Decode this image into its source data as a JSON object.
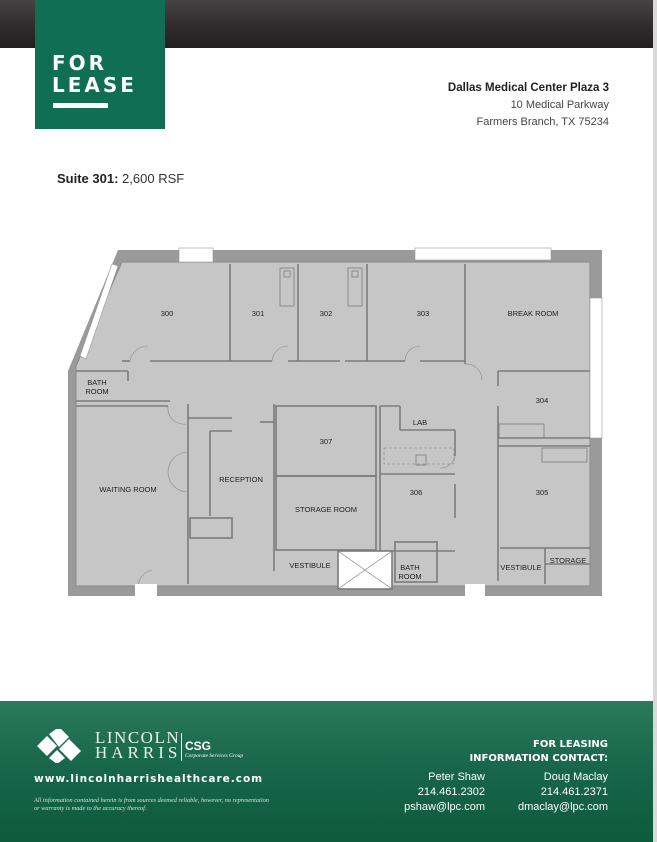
{
  "header": {
    "badge_line1": "FOR",
    "badge_line2": "LEASE",
    "brand_color": "#0f6e53"
  },
  "property": {
    "name": "Dallas Medical Center Plaza 3",
    "street": "10 Medical Parkway",
    "city_state_zip": "Farmers Branch, TX 75234"
  },
  "suite": {
    "label": "Suite 301:",
    "size": "2,600 RSF"
  },
  "floorplan": {
    "rooms": [
      {
        "id": "300",
        "label": "300"
      },
      {
        "id": "301",
        "label": "301"
      },
      {
        "id": "302",
        "label": "302"
      },
      {
        "id": "303",
        "label": "303"
      },
      {
        "id": "break-room",
        "label": "BREAK ROOM"
      },
      {
        "id": "bath-room-1",
        "label_line1": "BATH",
        "label_line2": "ROOM"
      },
      {
        "id": "304",
        "label": "304"
      },
      {
        "id": "lab",
        "label": "LAB"
      },
      {
        "id": "307",
        "label": "307"
      },
      {
        "id": "waiting-room",
        "label": "WAITING ROOM"
      },
      {
        "id": "reception",
        "label": "RECEPTION"
      },
      {
        "id": "storage-room",
        "label": "STORAGE ROOM"
      },
      {
        "id": "306",
        "label": "306"
      },
      {
        "id": "305",
        "label": "305"
      },
      {
        "id": "vestibule-1",
        "label": "VESTIBULE"
      },
      {
        "id": "bath-room-2",
        "label_line1": "BATH",
        "label_line2": "ROOM"
      },
      {
        "id": "vestibule-2",
        "label": "VESTIBULE"
      },
      {
        "id": "storage",
        "label": "STORAGE"
      }
    ]
  },
  "footer": {
    "logo_line1": "LINCOLN",
    "logo_line2": "HARRIS",
    "logo_csg": "CSG",
    "logo_csg_sub": "Corporate Services Group",
    "website": "www.lincolnharrishealthcare.com",
    "disclaimer": "All information contained herein is from sources deemed reliable, however, no representation or warranty is made to the accuracy thereof.",
    "contact_heading_line1": "FOR LEASING",
    "contact_heading_line2": "INFORMATION CONTACT:",
    "contacts": [
      {
        "name": "Peter Shaw",
        "phone": "214.461.2302",
        "email": "pshaw@lpc.com"
      },
      {
        "name": "Doug Maclay",
        "phone": "214.461.2371",
        "email": "dmaclay@lpc.com"
      }
    ]
  }
}
